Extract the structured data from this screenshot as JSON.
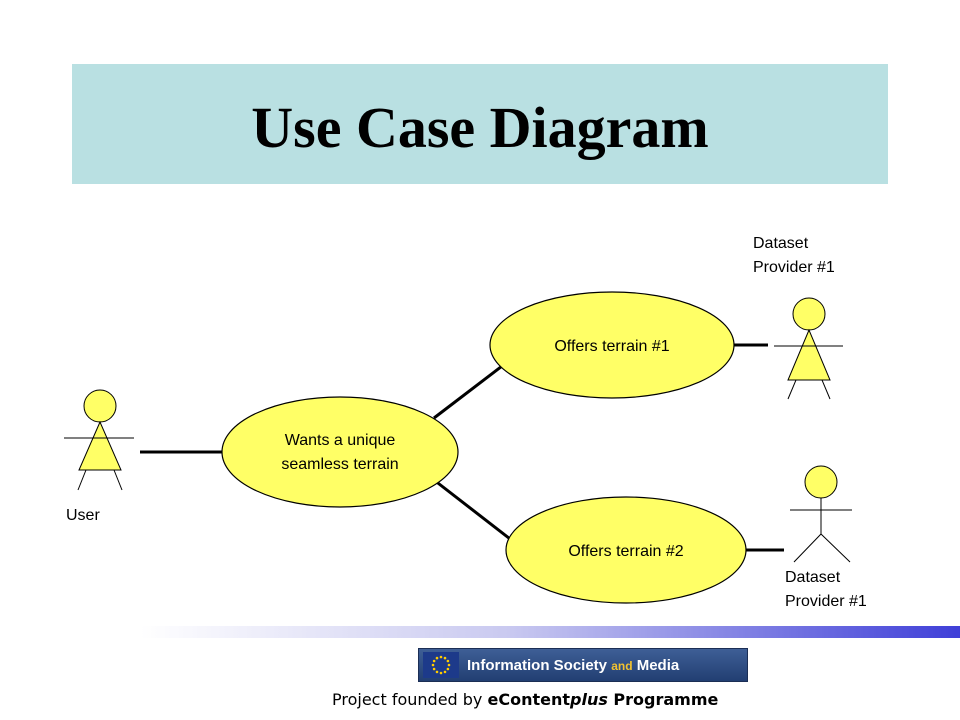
{
  "slide": {
    "title": "Use Case Diagram"
  },
  "diagram": {
    "actors": [
      {
        "id": "user",
        "label": "User"
      },
      {
        "id": "provider_top",
        "label": "Dataset\nProvider #1"
      },
      {
        "id": "provider_bottom",
        "label": "Dataset\nProvider #1"
      }
    ],
    "use_cases": [
      {
        "id": "wants",
        "lines": [
          "Wants a unique",
          "seamless terrain"
        ]
      },
      {
        "id": "offers1",
        "lines": [
          "Offers terrain #1"
        ]
      },
      {
        "id": "offers2",
        "lines": [
          "Offers terrain #2"
        ]
      }
    ],
    "colors": {
      "usecase_fill": "#ffff66",
      "actor_fill": "#ffff66",
      "title_band": "#b9e0e2",
      "line": "#000000"
    }
  },
  "footer": {
    "logo": {
      "text_main": "Information Society",
      "text_and": "and",
      "text_end": "Media"
    },
    "credit_prefix": "Project founded by ",
    "credit_brand": "eContent",
    "credit_plus": "plus",
    "credit_suffix": " Programme"
  }
}
